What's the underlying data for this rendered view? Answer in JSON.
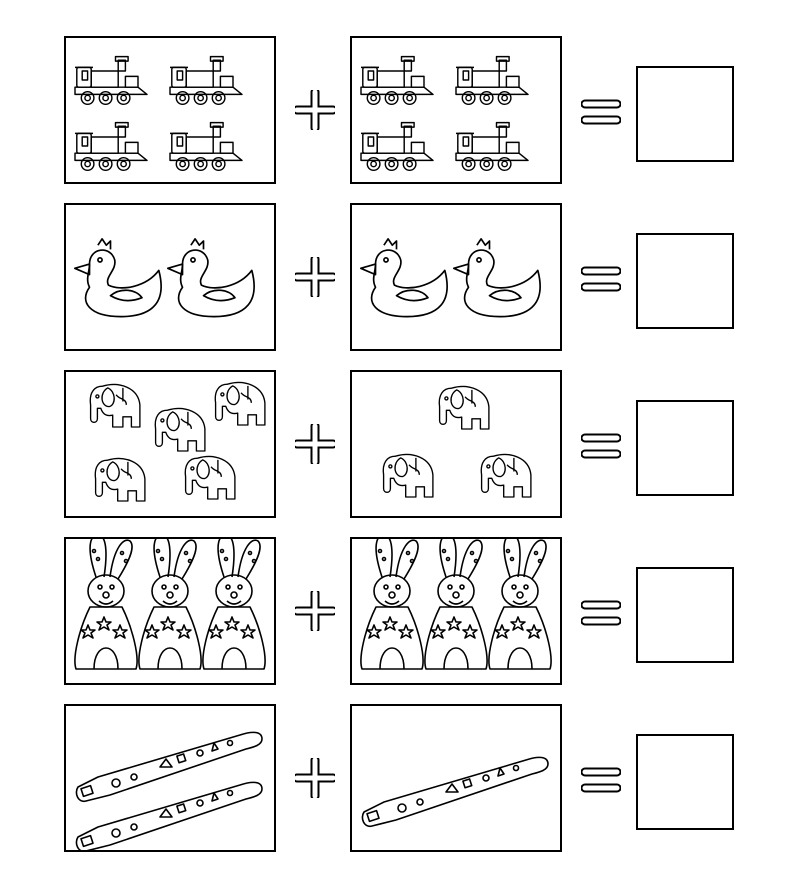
{
  "worksheet": {
    "rows": [
      {
        "item": "train-icon",
        "left_count": 4,
        "right_count": 4,
        "answer": ""
      },
      {
        "item": "duck-icon",
        "left_count": 2,
        "right_count": 2,
        "answer": ""
      },
      {
        "item": "elephant-icon",
        "left_count": 5,
        "right_count": 3,
        "answer": ""
      },
      {
        "item": "bunny-icon",
        "left_count": 3,
        "right_count": 3,
        "answer": ""
      },
      {
        "item": "flute-icon",
        "left_count": 2,
        "right_count": 1,
        "answer": ""
      }
    ],
    "plus_icon": "plus-icon",
    "equals_icon": "equals-icon",
    "line_color": "#000000"
  }
}
